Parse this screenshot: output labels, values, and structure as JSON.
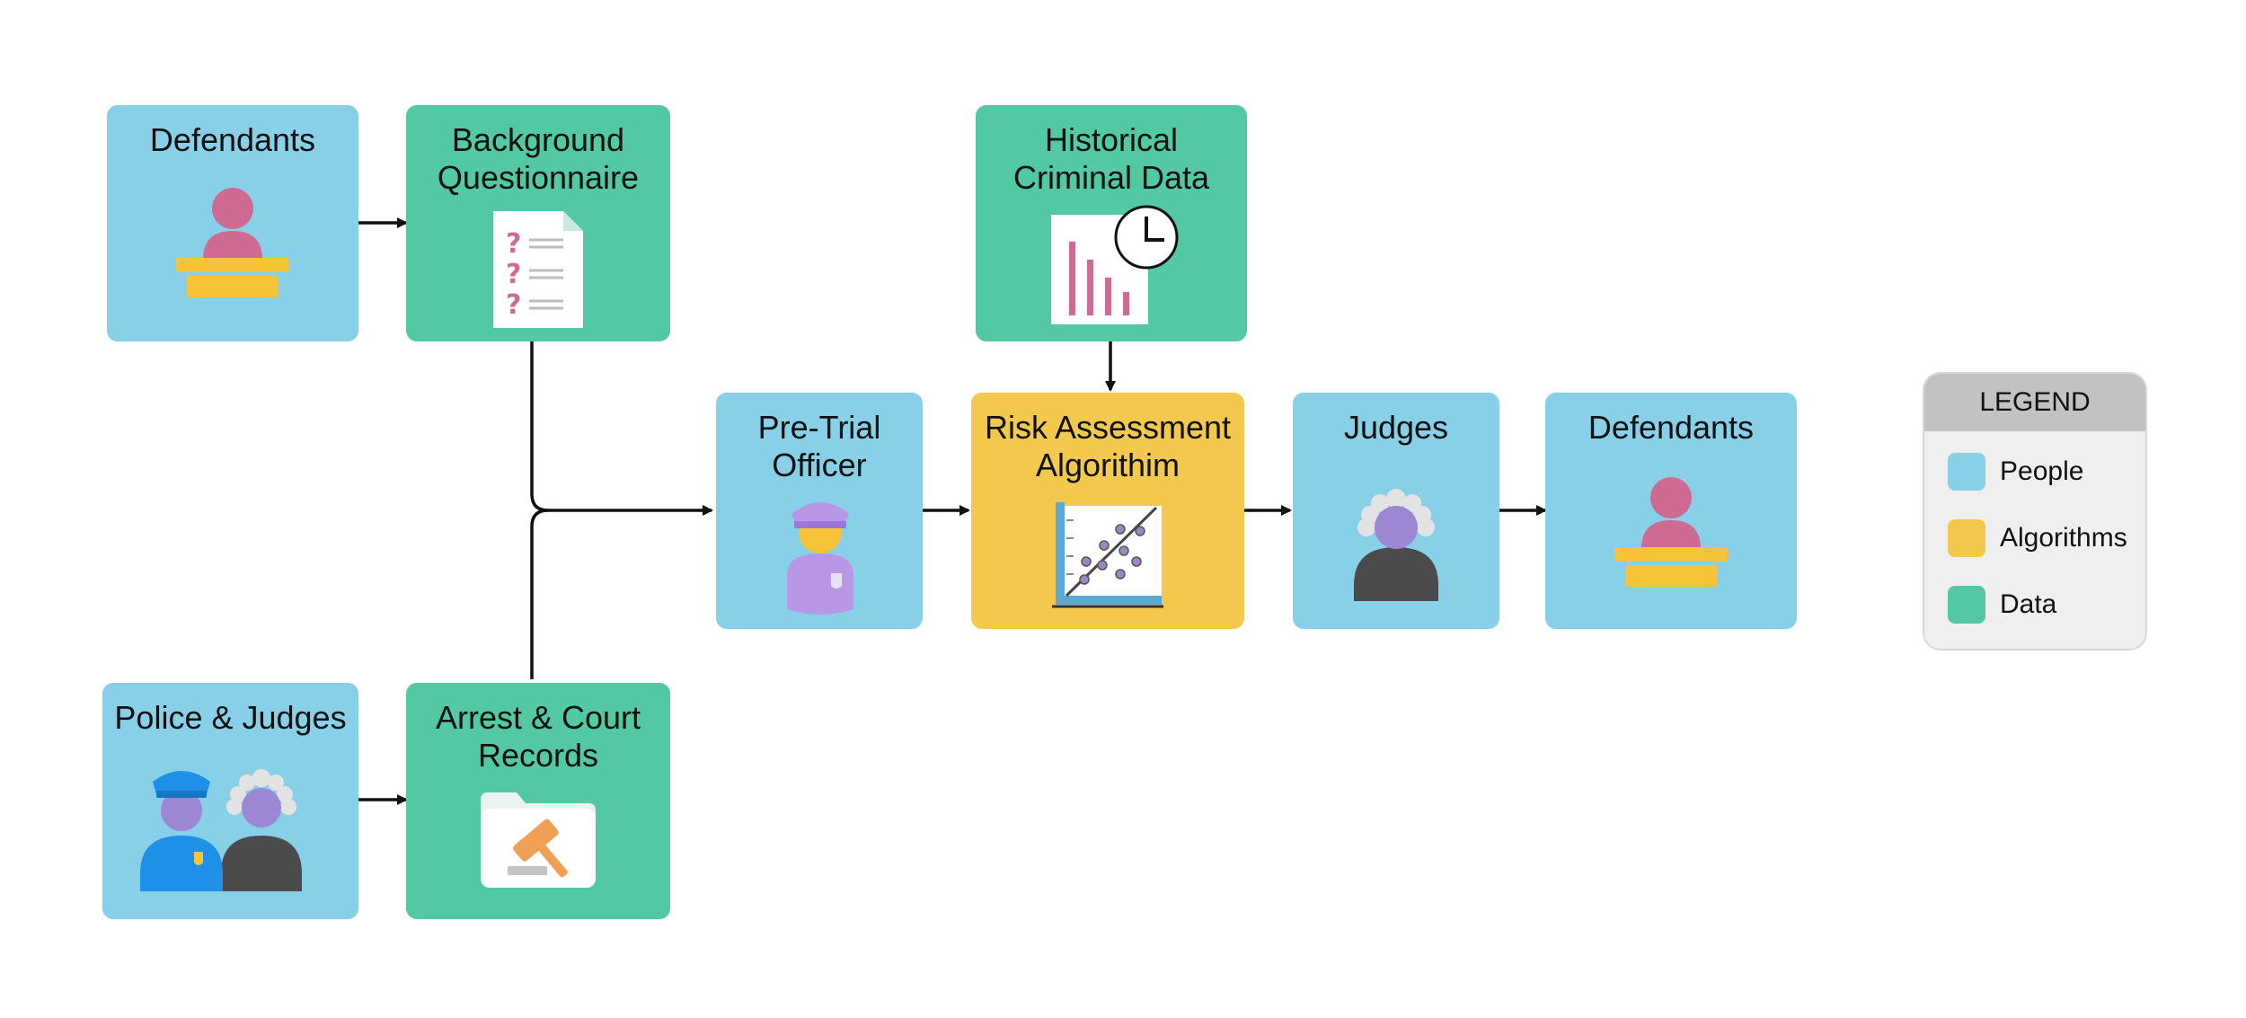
{
  "nodes": {
    "defendants_top": "Defendants",
    "questionnaire": "Background\nQuestionnaire",
    "historical": "Historical\nCriminal Data",
    "pretrial": "Pre-Trial\nOfficer",
    "risk": "Risk Assessment\nAlgorithim",
    "judges": "Judges",
    "defendants_right": "Defendants",
    "police_judges": "Police & Judges",
    "arrest": "Arrest & Court\nRecords"
  },
  "legend": {
    "title": "LEGEND",
    "items": [
      {
        "label": "People",
        "color": "#87d0e8"
      },
      {
        "label": "Algorithms",
        "color": "#f2c94c"
      },
      {
        "label": "Data",
        "color": "#52c8a5"
      }
    ]
  },
  "colors": {
    "people": "#87d0e8",
    "data": "#52c8a5",
    "algorithm": "#f2c94c",
    "wire": "#111111"
  },
  "icons": {
    "defendants_top": "defendant-podium-icon",
    "questionnaire": "question-document-icon",
    "historical": "bar-chart-clock-icon",
    "pretrial": "officer-icon",
    "risk": "scatter-plot-icon",
    "judges": "judge-icon",
    "defendants_right": "defendant-podium-icon",
    "police_judges": "police-and-judge-icon",
    "arrest": "gavel-folder-icon"
  }
}
